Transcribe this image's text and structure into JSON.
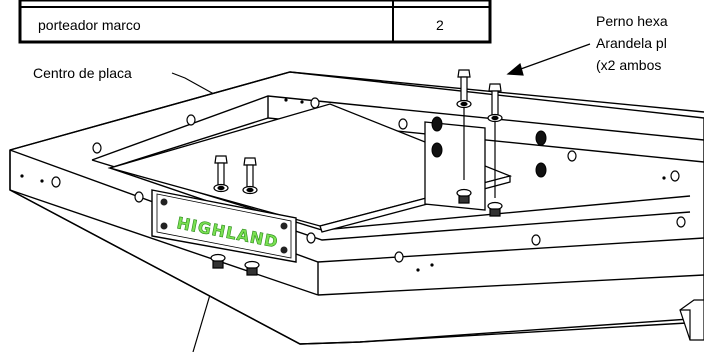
{
  "parts_table": {
    "row_label": "porteador marco",
    "row_qty": "2"
  },
  "labels": {
    "plate_center": "Centro de placa",
    "bolt_line1": "Perno hexa",
    "bolt_line2": "Arandela pl",
    "bolt_line3": "(x2  ambos"
  },
  "brand_plate": {
    "text": "HIGHLAND",
    "text_color": "#7ae052"
  }
}
